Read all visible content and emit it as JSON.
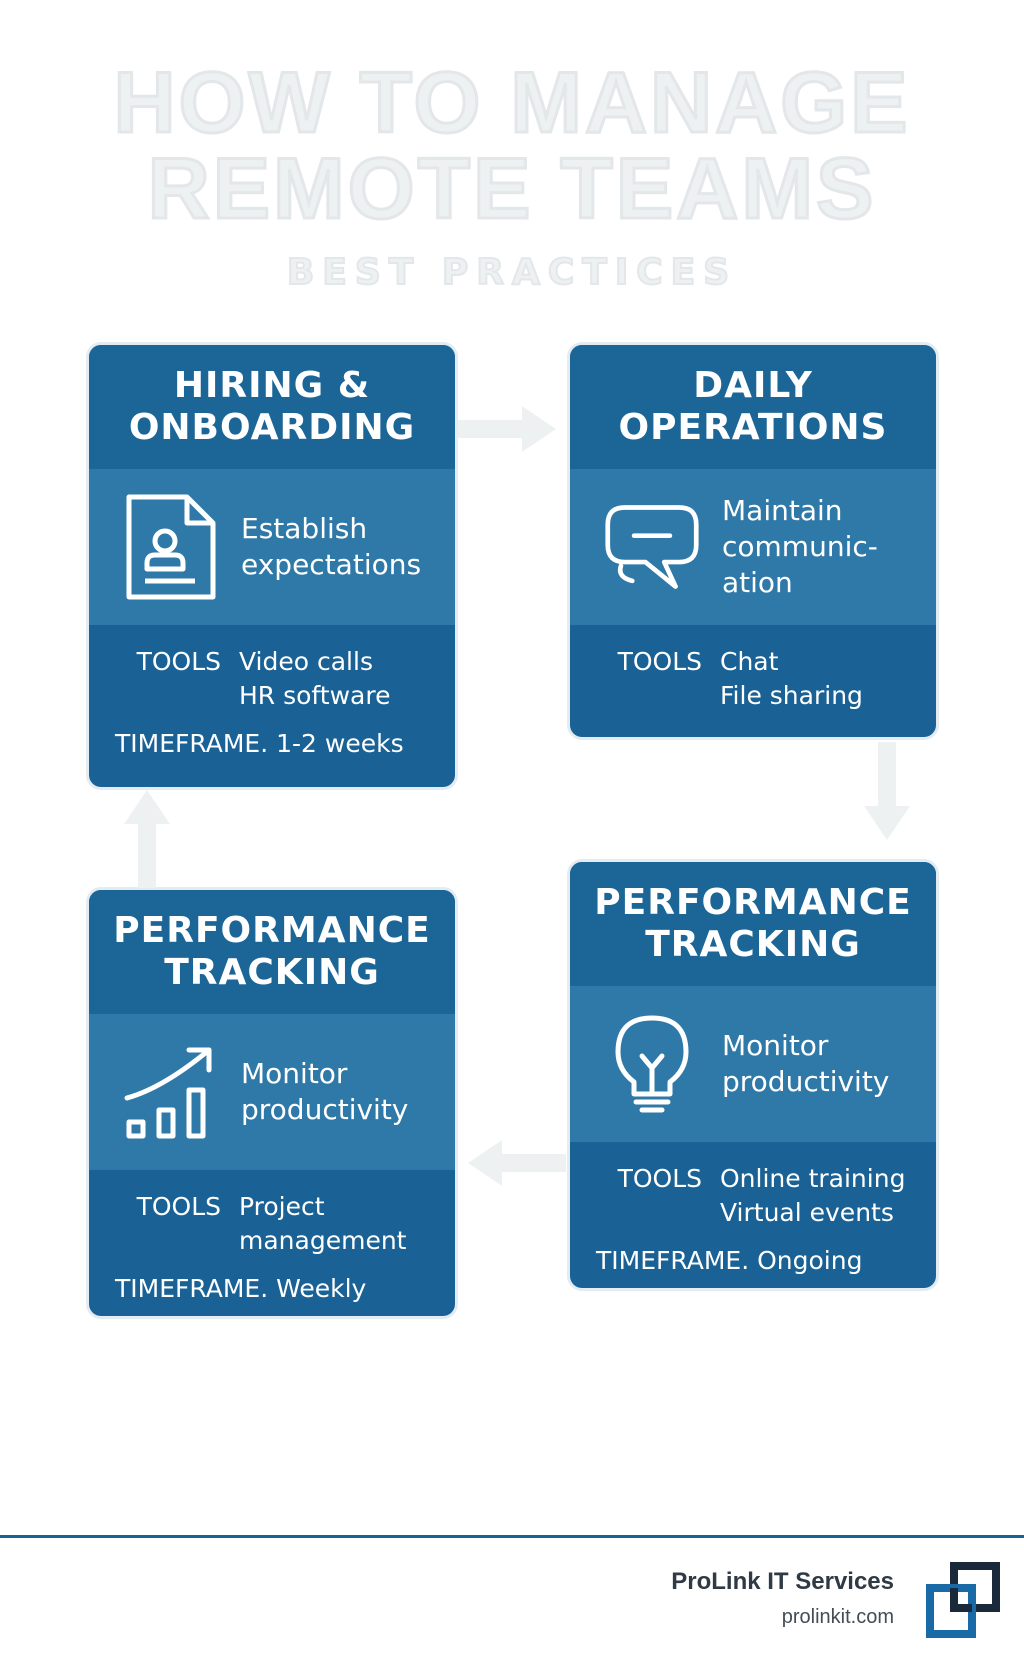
{
  "header": {
    "title_line1": "HOW TO MANAGE",
    "title_line2": "REMOTE TEAMS",
    "subtitle": "BEST PRACTICES"
  },
  "cards": [
    {
      "title_line1": "HIRING &",
      "title_line2": "ONBOARDING",
      "icon": "document-person-icon",
      "desc": "Establish expectations",
      "tools_label": "TOOLS",
      "tools": [
        "Video calls",
        "HR software"
      ],
      "timeframe": "TIMEFRAME. 1-2 weeks"
    },
    {
      "title_line1": "DAILY",
      "title_line2": "OPERATIONS",
      "icon": "chat-bubble-icon",
      "desc_line1": "Maintain",
      "desc_line2": "communic-",
      "desc_line3": "ation",
      "tools_label": "TOOLS",
      "tools": [
        "Chat",
        "File sharing"
      ]
    },
    {
      "title_line1": "PERFORMANCE",
      "title_line2": "TRACKING",
      "icon": "growth-chart-icon",
      "desc": "Monitor productivity",
      "tools_label": "TOOLS",
      "tools": [
        "Project",
        "management"
      ],
      "timeframe": "TIMEFRAME. Weekly"
    },
    {
      "title_line1": "PERFORMANCE",
      "title_line2": "TRACKING",
      "icon": "lightbulb-icon",
      "desc": "Monitor productivity",
      "tools_label": "TOOLS",
      "tools": [
        "Online training",
        "Virtual events"
      ],
      "timeframe": "TIMEFRAME. Ongoing"
    }
  ],
  "footer": {
    "company": "ProLink IT Services",
    "url": "prolinkit.com",
    "logo": "prolink-logo-icon"
  },
  "colors": {
    "card_dark": "#1a6296",
    "card_mid": "#2f79a8",
    "arrow": "#eef1f2",
    "footer_line": "#1a6296"
  }
}
